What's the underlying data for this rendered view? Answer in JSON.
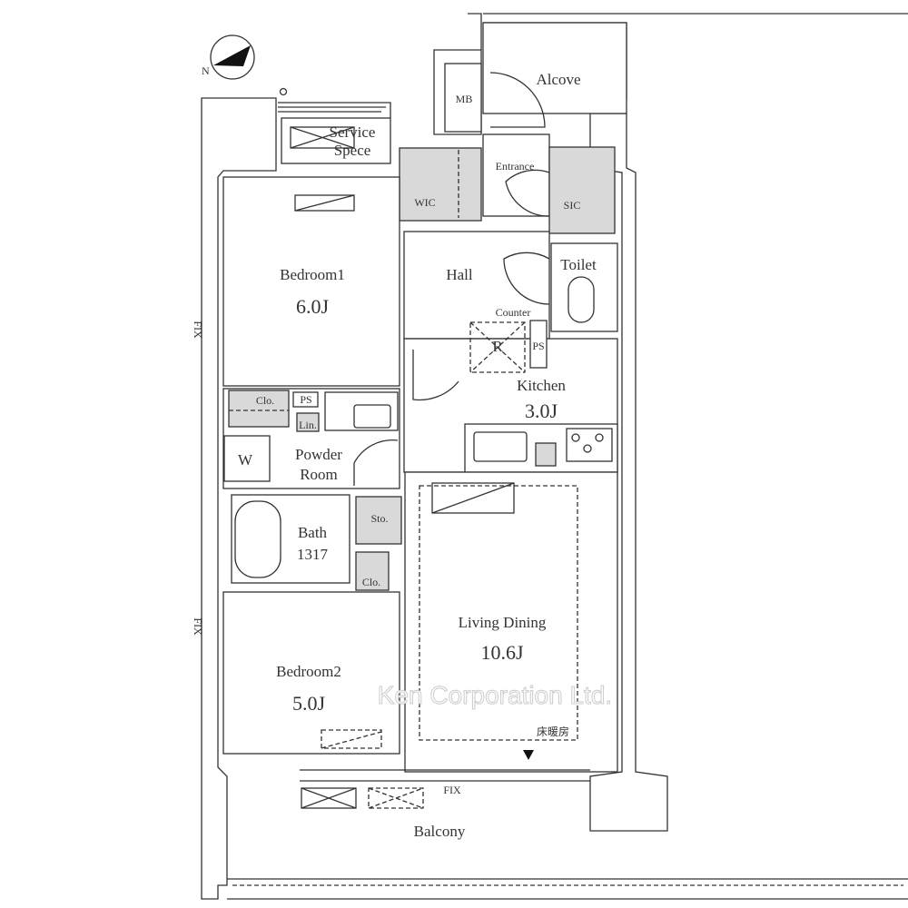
{
  "rooms": {
    "alcove": "Alcove",
    "mb": "MB",
    "service_space_1": "Service",
    "service_space_2": "Spece",
    "entrance": "Entrance",
    "wic": "WIC",
    "sic": "SIC",
    "bedroom1": "Bedroom1",
    "bedroom1_size": "6.0J",
    "hall": "Hall",
    "toilet": "Toilet",
    "counter": "Counter",
    "refrigerator": "R",
    "ps1": "PS",
    "kitchen": "Kitchen",
    "kitchen_size": "3.0J",
    "closet1": "Clo.",
    "ps2": "PS",
    "linen": "Lin.",
    "washer": "W",
    "powder_room_1": "Powder",
    "powder_room_2": "Room",
    "bath": "Bath",
    "bath_size": "1317",
    "storage": "Sto.",
    "closet2": "Clo.",
    "living_dining": "Living Dining",
    "living_dining_size": "10.6J",
    "floor_heating": "床暖房",
    "bedroom2": "Bedroom2",
    "bedroom2_size": "5.0J",
    "balcony": "Balcony"
  },
  "fix_labels": {
    "left_upper": "FIX",
    "left_lower": "FIX",
    "bottom": "FIX"
  },
  "compass": {
    "north": "N"
  },
  "watermark": "Ken Corporation Ltd."
}
